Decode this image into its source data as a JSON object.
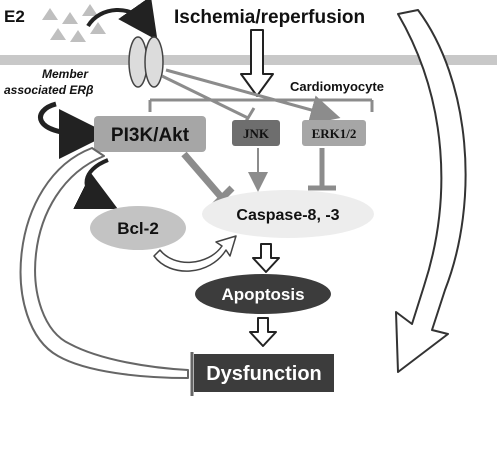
{
  "labels": {
    "e2": "E2",
    "ischemia": "Ischemia/reperfusion",
    "er_line1": "Member",
    "er_line2": "associated ERβ",
    "cardiomyocyte": "Cardiomyocyte",
    "pi3k": "PI3K/Akt",
    "jnk": "JNK",
    "erk": "ERK1/2",
    "bcl2": "Bcl-2",
    "caspase": "Caspase-8, -3",
    "apoptosis": "Apoptosis",
    "dysfunction": "Dysfunction"
  },
  "colors": {
    "membrane": "#c8c8c8",
    "pi3k_box": "#a6a6a6",
    "jnk_box": "#6e6e6e",
    "erk_box": "#a6a6a6",
    "bcl2_ellipse": "#c3c3c3",
    "caspase_ellipse": "#ededed",
    "apoptosis_ellipse": "#3c3c3c",
    "dysfunction_box": "#3c3c3c",
    "inhibit_arrow": "#8c8c8c",
    "triangles": "#bfbfbf"
  }
}
